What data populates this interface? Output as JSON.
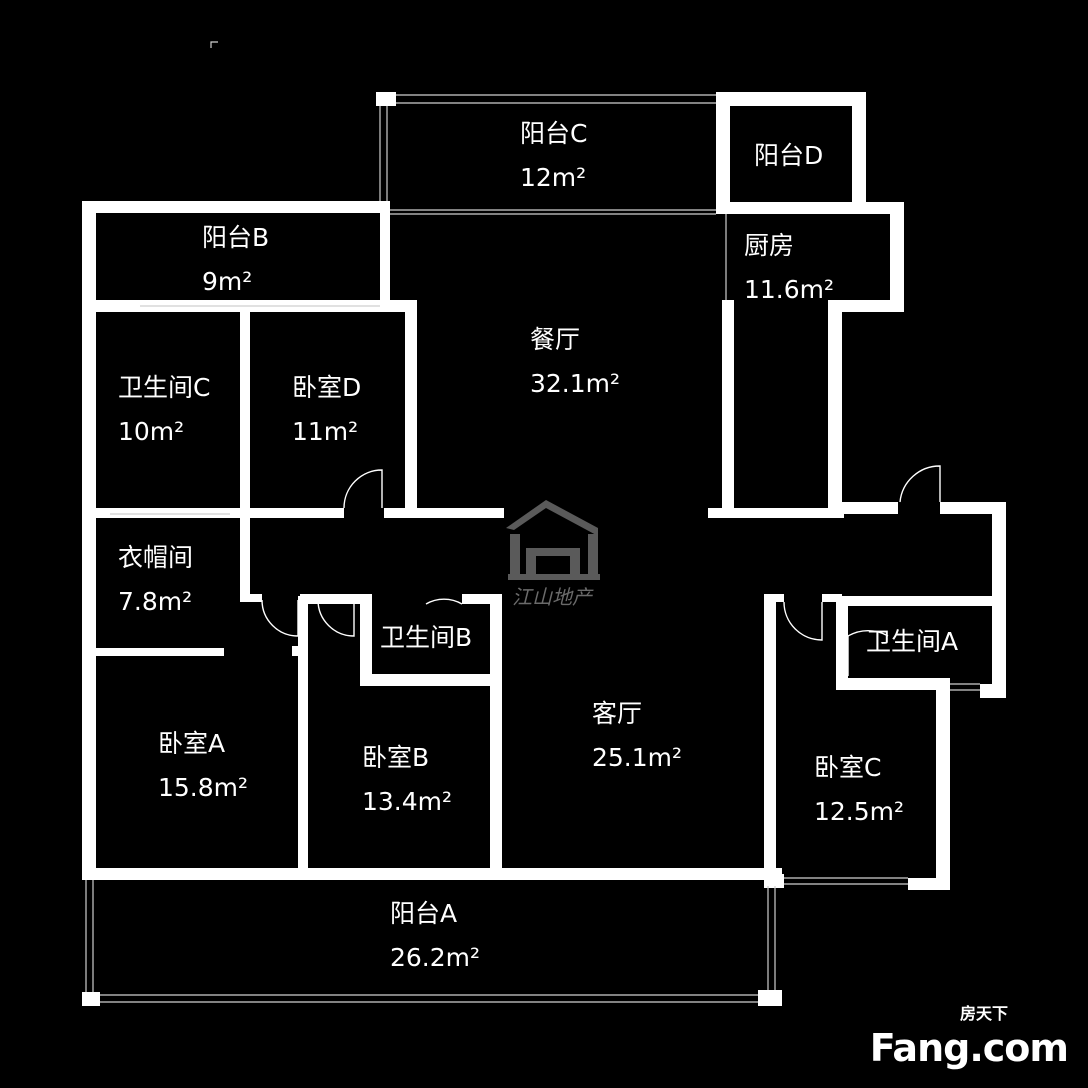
{
  "rooms": {
    "balcony_c": {
      "name": "阳台C",
      "area": "12m²"
    },
    "balcony_d": {
      "name": "阳台D"
    },
    "balcony_b": {
      "name": "阳台B",
      "area": "9m²"
    },
    "kitchen": {
      "name": "厨房",
      "area": "11.6m²"
    },
    "dining": {
      "name": "餐厅",
      "area": "32.1m²"
    },
    "bath_c": {
      "name": "卫生间C",
      "area": "10m²"
    },
    "bedroom_d": {
      "name": "卧室D",
      "area": "11m²"
    },
    "cloakroom": {
      "name": "衣帽间",
      "area": "7.8m²"
    },
    "bath_b": {
      "name": "卫生间B"
    },
    "bath_a": {
      "name": "卫生间A"
    },
    "living": {
      "name": "客厅",
      "area": "25.1m²"
    },
    "bedroom_a": {
      "name": "卧室A",
      "area": "15.8m²"
    },
    "bedroom_b": {
      "name": "卧室B",
      "area": "13.4m²"
    },
    "bedroom_c": {
      "name": "卧室C",
      "area": "12.5m²"
    },
    "balcony_a": {
      "name": "阳台A",
      "area": "26.2m²"
    }
  },
  "watermark": {
    "text": "江山地产"
  },
  "brand": {
    "cn": "房天下",
    "en": "Fang.com"
  }
}
